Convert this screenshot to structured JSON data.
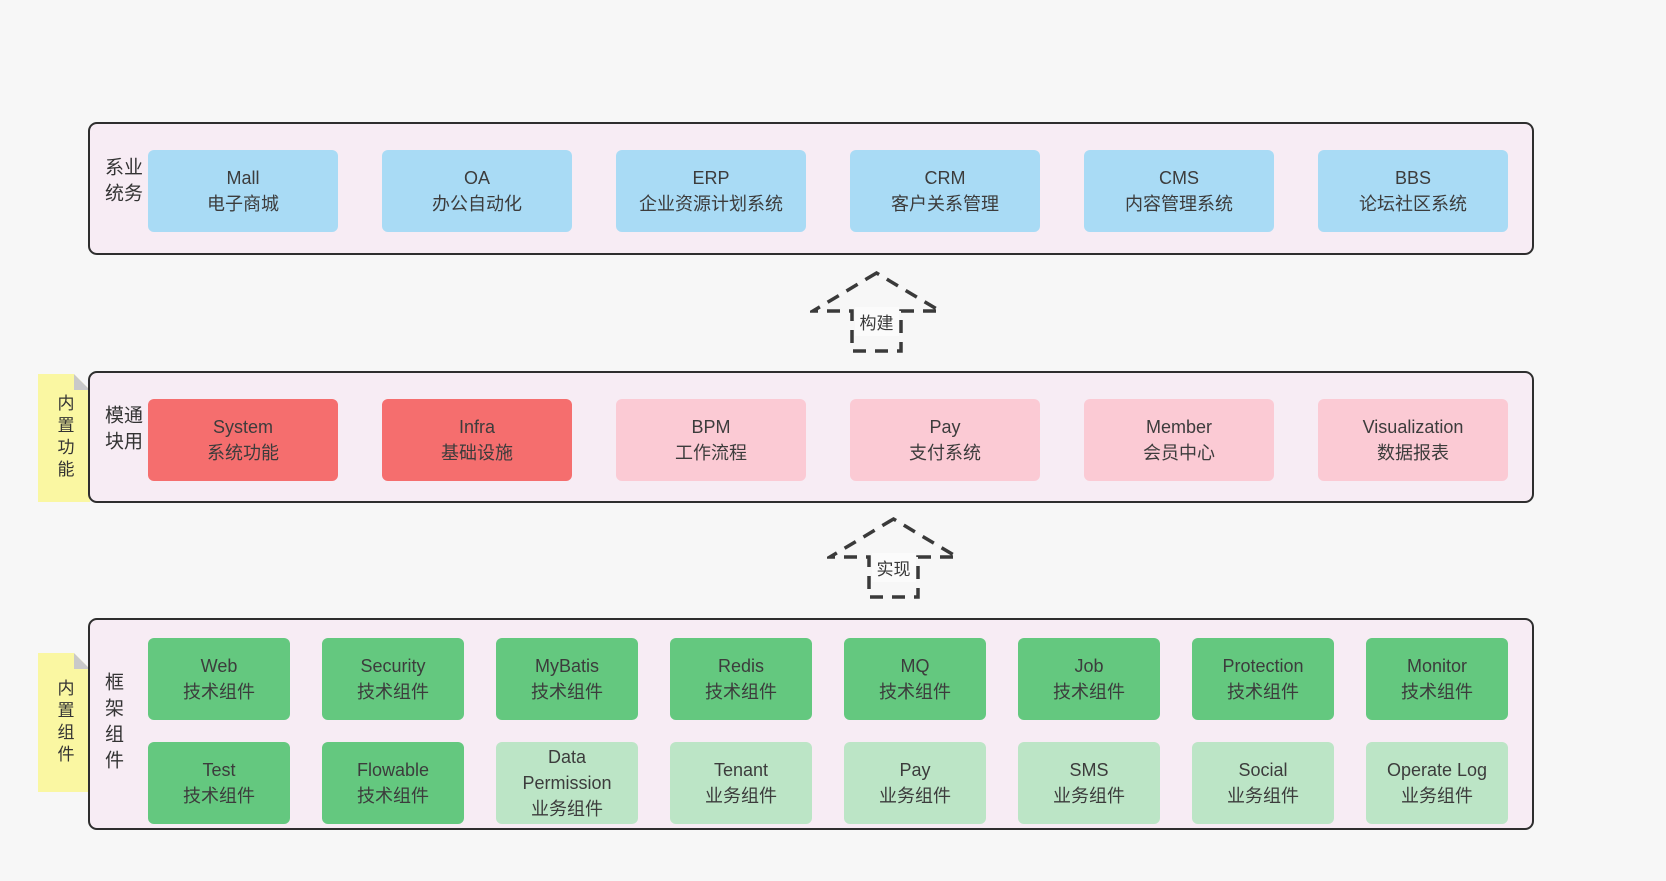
{
  "colors": {
    "band_bg": "#f7ecf4",
    "band_border": "#2e2e2e",
    "blue": "#a9dbf5",
    "red": "#f56e6e",
    "pink": "#fbcad4",
    "green": "#64c87f",
    "light_green": "#bce5c6",
    "note_yellow": "#faf7a2",
    "note_fold": "#c9c9c9",
    "text": "#3c3c3c"
  },
  "bands": {
    "business": {
      "side_label": "业务系统",
      "boxes": [
        {
          "en": "Mall",
          "zh": "电子商城",
          "variant": "blue"
        },
        {
          "en": "OA",
          "zh": "办公自动化",
          "variant": "blue"
        },
        {
          "en": "ERP",
          "zh": "企业资源计划系统",
          "variant": "blue"
        },
        {
          "en": "CRM",
          "zh": "客户关系管理",
          "variant": "blue"
        },
        {
          "en": "CMS",
          "zh": "内容管理系统",
          "variant": "blue"
        },
        {
          "en": "BBS",
          "zh": "论坛社区系统",
          "variant": "blue"
        }
      ]
    },
    "modules": {
      "side_label": "通用模块",
      "note": "内置功能",
      "boxes": [
        {
          "en": "System",
          "zh": "系统功能",
          "variant": "red"
        },
        {
          "en": "Infra",
          "zh": "基础设施",
          "variant": "red"
        },
        {
          "en": "BPM",
          "zh": "工作流程",
          "variant": "pink"
        },
        {
          "en": "Pay",
          "zh": "支付系统",
          "variant": "pink"
        },
        {
          "en": "Member",
          "zh": "会员中心",
          "variant": "pink"
        },
        {
          "en": "Visualization",
          "zh": "数据报表",
          "variant": "pink"
        }
      ]
    },
    "components": {
      "side_label": "框架组件",
      "note": "内置组件",
      "rows": [
        [
          {
            "en": "Web",
            "zh": "技术组件",
            "variant": "green"
          },
          {
            "en": "Security",
            "zh": "技术组件",
            "variant": "green"
          },
          {
            "en": "MyBatis",
            "zh": "技术组件",
            "variant": "green"
          },
          {
            "en": "Redis",
            "zh": "技术组件",
            "variant": "green"
          },
          {
            "en": "MQ",
            "zh": "技术组件",
            "variant": "green"
          },
          {
            "en": "Job",
            "zh": "技术组件",
            "variant": "green"
          },
          {
            "en": "Protection",
            "zh": "技术组件",
            "variant": "green"
          },
          {
            "en": "Monitor",
            "zh": "技术组件",
            "variant": "green"
          }
        ],
        [
          {
            "en": "Test",
            "zh": "技术组件",
            "variant": "green"
          },
          {
            "en": "Flowable",
            "zh": "技术组件",
            "variant": "green"
          },
          {
            "en": "Data Permission",
            "zh": "业务组件",
            "variant": "light_green"
          },
          {
            "en": "Tenant",
            "zh": "业务组件",
            "variant": "light_green"
          },
          {
            "en": "Pay",
            "zh": "业务组件",
            "variant": "light_green"
          },
          {
            "en": "SMS",
            "zh": "业务组件",
            "variant": "light_green"
          },
          {
            "en": "Social",
            "zh": "业务组件",
            "variant": "light_green"
          },
          {
            "en": "Operate Log",
            "zh": "业务组件",
            "variant": "light_green"
          }
        ]
      ]
    }
  },
  "arrows": [
    {
      "label": "构建"
    },
    {
      "label": "实现"
    }
  ]
}
